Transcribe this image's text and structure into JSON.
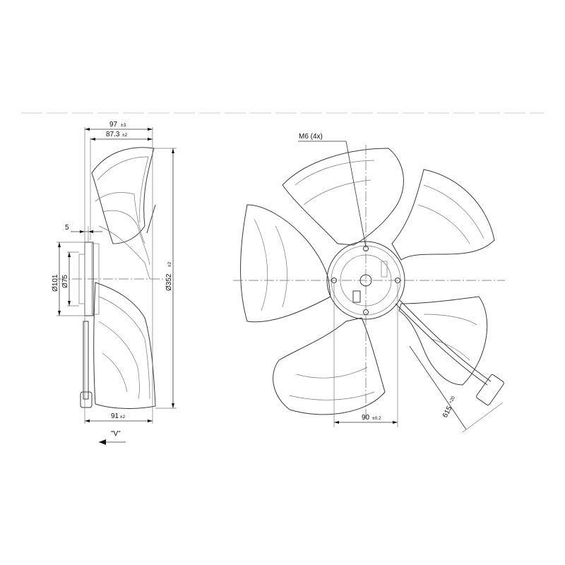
{
  "dimensions": {
    "overall_depth": "97",
    "overall_depth_tol": "±3",
    "depth_2": "87.3",
    "depth_2_tol": "±2",
    "offset": "5",
    "diam_101": "Ø101",
    "diam_75": "Ø75",
    "diam_352": "Ø352",
    "diam_352_tol": "±2",
    "depth_91": "91",
    "depth_91_tol": "±2",
    "view_label": "\"V\"",
    "thread": "M6 (4x)",
    "hole_spacing": "90",
    "hole_spacing_tol": "±0.2",
    "cable_length": "615",
    "cable_length_tol": "+20"
  }
}
